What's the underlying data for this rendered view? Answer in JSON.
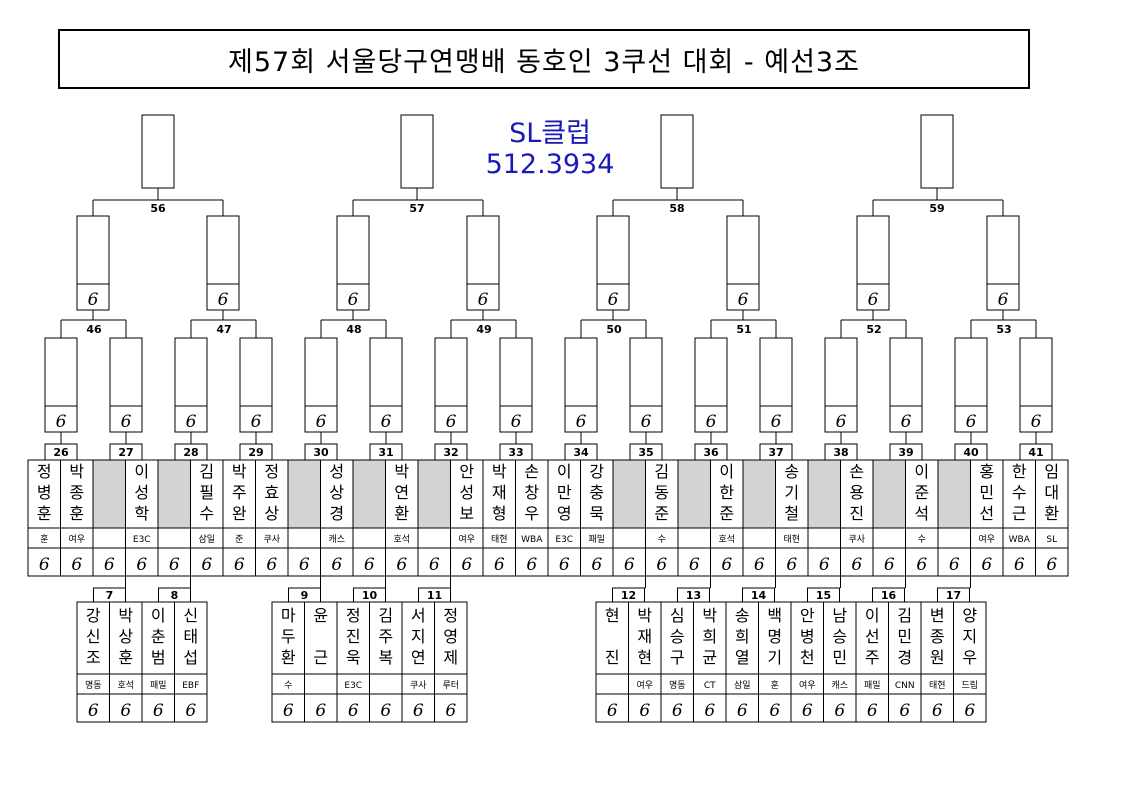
{
  "title": "제57회 서울당구연맹배 동호인 3쿠선 대회 - 예선3조",
  "club": {
    "name": "SL클럽",
    "score": "512.3934"
  },
  "round3": [
    "56",
    "57",
    "58",
    "59"
  ],
  "round2": [
    "46",
    "47",
    "48",
    "49",
    "50",
    "51",
    "52",
    "53"
  ],
  "round1": [
    "26",
    "27",
    "28",
    "29",
    "30",
    "31",
    "32",
    "33",
    "34",
    "35",
    "36",
    "37",
    "38",
    "39",
    "40",
    "41"
  ],
  "top_slots": [
    {
      "name": "정병훈",
      "club": "훈"
    },
    {
      "name": "박종훈",
      "club": "여우"
    },
    {
      "name": "",
      "club": ""
    },
    {
      "name": "이성학",
      "club": "E3C"
    },
    {
      "name": "",
      "club": ""
    },
    {
      "name": "김필수",
      "club": "삼일"
    },
    {
      "name": "박주완",
      "club": "준"
    },
    {
      "name": "정효상",
      "club": "쿠사"
    },
    {
      "name": "",
      "club": ""
    },
    {
      "name": "성상경",
      "club": "캐스"
    },
    {
      "name": "",
      "club": ""
    },
    {
      "name": "박연환",
      "club": "호석"
    },
    {
      "name": "",
      "club": ""
    },
    {
      "name": "안성보",
      "club": "여우"
    },
    {
      "name": "박재형",
      "club": "태현"
    },
    {
      "name": "손창우",
      "club": "WBA"
    },
    {
      "name": "이만영",
      "club": "E3C"
    },
    {
      "name": "강충묵",
      "club": "패밀"
    },
    {
      "name": "",
      "club": ""
    },
    {
      "name": "김동준",
      "club": "수"
    },
    {
      "name": "",
      "club": ""
    },
    {
      "name": "이한준",
      "club": "호석"
    },
    {
      "name": "",
      "club": ""
    },
    {
      "name": "송기철",
      "club": "태현"
    },
    {
      "name": "",
      "club": ""
    },
    {
      "name": "손용진",
      "club": "쿠사"
    },
    {
      "name": "",
      "club": ""
    },
    {
      "name": "이준석",
      "club": "수"
    },
    {
      "name": "",
      "club": ""
    },
    {
      "name": "홍민선",
      "club": "여우"
    },
    {
      "name": "한수근",
      "club": "WBA"
    },
    {
      "name": "임대환",
      "club": "SL"
    }
  ],
  "prelim_groups": [
    {
      "num": "7",
      "players": [
        {
          "name": "강신조",
          "club": "명동"
        },
        {
          "name": "박상훈",
          "club": "호석"
        }
      ]
    },
    {
      "num": "8",
      "players": [
        {
          "name": "이춘범",
          "club": "패밀"
        },
        {
          "name": "신태섭",
          "club": "EBF"
        }
      ]
    },
    {
      "num": "9",
      "players": [
        {
          "name": "마두환",
          "club": "수"
        },
        {
          "name": "윤 근",
          "club": ""
        }
      ]
    },
    {
      "num": "10",
      "players": [
        {
          "name": "정진욱",
          "club": "E3C"
        },
        {
          "name": "김주복",
          "club": ""
        }
      ]
    },
    {
      "num": "11",
      "players": [
        {
          "name": "서지연",
          "club": "쿠사"
        },
        {
          "name": "정영제",
          "club": "루터"
        }
      ]
    },
    {
      "num": "12",
      "players": [
        {
          "name": "현 진",
          "club": ""
        },
        {
          "name": "박재현",
          "club": "여우"
        }
      ]
    },
    {
      "num": "13",
      "players": [
        {
          "name": "심승구",
          "club": "명동"
        },
        {
          "name": "박희균",
          "club": "CT"
        }
      ]
    },
    {
      "num": "14",
      "players": [
        {
          "name": "송희열",
          "club": "삼일"
        },
        {
          "name": "백명기",
          "club": "훈"
        }
      ]
    },
    {
      "num": "15",
      "players": [
        {
          "name": "안병천",
          "club": "여우"
        },
        {
          "name": "남승민",
          "club": "캐스"
        }
      ]
    },
    {
      "num": "16",
      "players": [
        {
          "name": "이선주",
          "club": "패밀"
        },
        {
          "name": "김민경",
          "club": "CNN"
        }
      ]
    },
    {
      "num": "17",
      "players": [
        {
          "name": "변종원",
          "club": "태현"
        },
        {
          "name": "양지우",
          "club": "드림"
        }
      ]
    }
  ],
  "cursive_mark": "6"
}
